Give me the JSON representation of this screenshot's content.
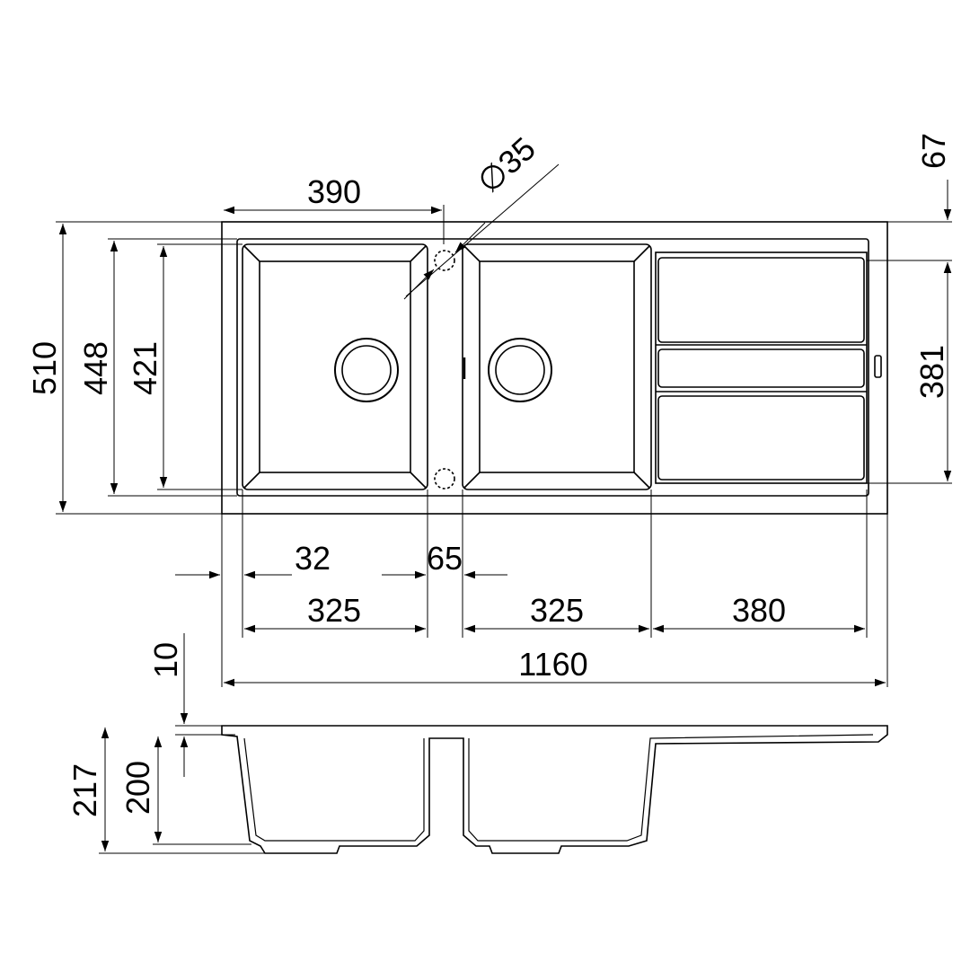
{
  "colors": {
    "line": "#000000",
    "background": "#ffffff"
  },
  "dimensions": {
    "top_bowl_width": "390",
    "hole_diameter_symbol": "∅",
    "hole_diameter": "35",
    "top_offset": "67",
    "overall_depth": "510",
    "inner_depth_448": "448",
    "bowl_depth": "421",
    "drainer_depth": "381",
    "edge_offset": "32",
    "bowl_gap": "65",
    "bowl1_width": "325",
    "bowl2_width": "325",
    "drainer_width": "380",
    "overall_width": "1160",
    "rim_thickness": "10",
    "overall_height": "217",
    "bowl_height": "200"
  }
}
